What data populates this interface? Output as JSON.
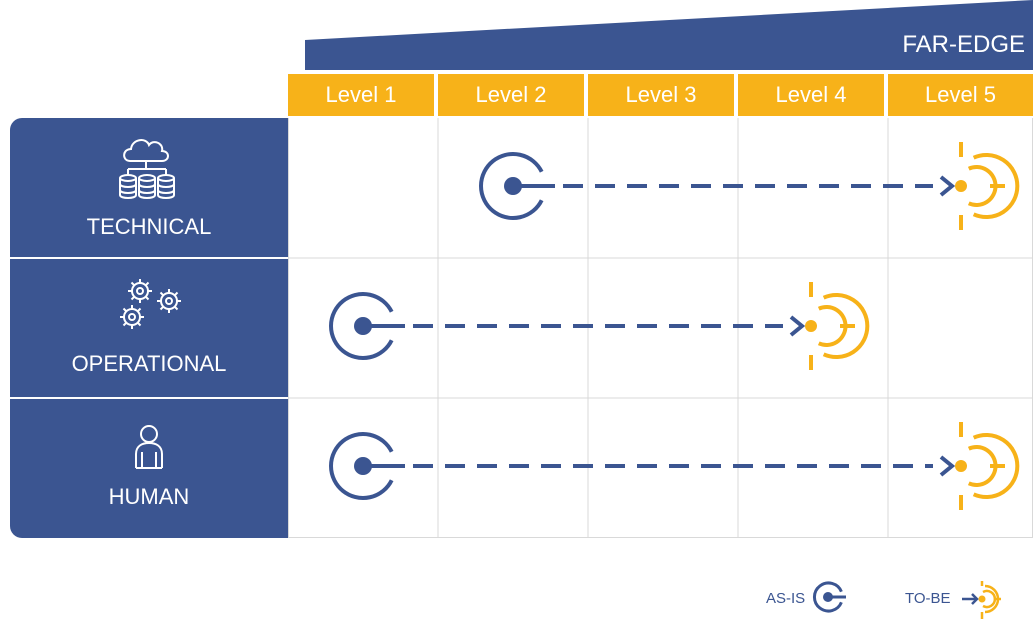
{
  "banner": {
    "label": "FAR-EDGE"
  },
  "levels": [
    "Level 1",
    "Level 2",
    "Level 3",
    "Level 4",
    "Level 5"
  ],
  "rows": [
    {
      "name": "TECHNICAL",
      "icon": "cloud-database-icon",
      "as_is_level": 2,
      "to_be_level": 5
    },
    {
      "name": "OPERATIONAL",
      "icon": "gears-icon",
      "as_is_level": 1,
      "to_be_level": 4
    },
    {
      "name": "HUMAN",
      "icon": "person-icon",
      "as_is_level": 1,
      "to_be_level": 5
    }
  ],
  "legend": {
    "as_is": "AS-IS",
    "to_be": "TO-BE"
  },
  "colors": {
    "navy": "#3b5591",
    "orange": "#f7b219",
    "grid": "#d9d9d9"
  }
}
